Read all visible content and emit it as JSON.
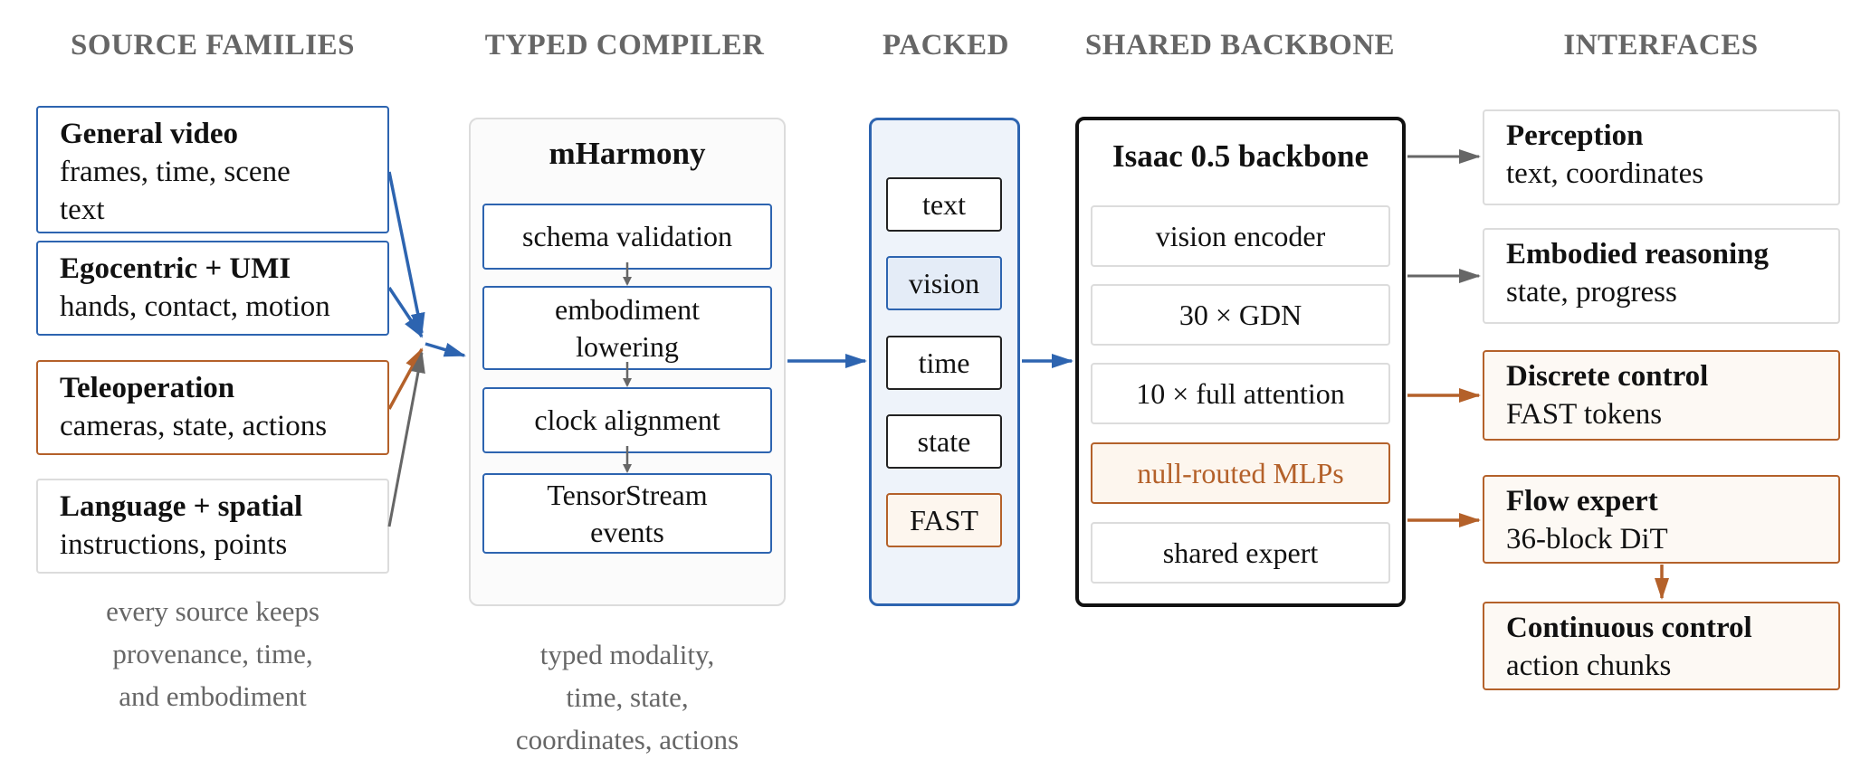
{
  "headers": {
    "sources": "SOURCE FAMILIES",
    "compiler": "TYPED COMPILER",
    "packed": "PACKED",
    "backbone": "SHARED BACKBONE",
    "interfaces": "INTERFACES"
  },
  "sources": [
    {
      "title": "General video",
      "desc1": "frames, time, scene",
      "desc2": "text",
      "color": "#2d64b0"
    },
    {
      "title": "Egocentric + UMI",
      "desc1": "hands, contact, motion",
      "color": "#2d64b0"
    },
    {
      "title": "Teleoperation",
      "desc1": "cameras, state, actions",
      "color": "#b4612a"
    },
    {
      "title": "Language + spatial",
      "desc1": "instructions, points",
      "color": "#dcdcdc"
    }
  ],
  "sources_note": [
    "every source keeps",
    "provenance, time,",
    "and embodiment"
  ],
  "compiler": {
    "title": "mHarmony",
    "stages": [
      "schema validation",
      "embodiment lowering",
      "clock alignment",
      "TensorStream events"
    ]
  },
  "compiler_note": [
    "typed modality,",
    "time, state,",
    "coordinates, actions"
  ],
  "packed": [
    "text",
    "vision",
    "time",
    "state",
    "FAST"
  ],
  "backbone": {
    "title": "Isaac 0.5 backbone",
    "blocks": [
      "vision encoder",
      "30 × GDN",
      "10 × full attention",
      "null-routed MLPs",
      "shared expert"
    ]
  },
  "interfaces": [
    {
      "title": "Perception",
      "desc": "text, coordinates"
    },
    {
      "title": "Embodied reasoning",
      "desc": "state, progress"
    },
    {
      "title": "Discrete control",
      "desc": "FAST tokens"
    },
    {
      "title": "Flow expert",
      "desc": "36-block DiT"
    },
    {
      "title": "Continuous control",
      "desc": "action chunks"
    }
  ],
  "colors": {
    "blue": "#2d64b0",
    "orange": "#b4612a",
    "gray": "#666666",
    "light_blue_fill": "#eef3fa"
  }
}
